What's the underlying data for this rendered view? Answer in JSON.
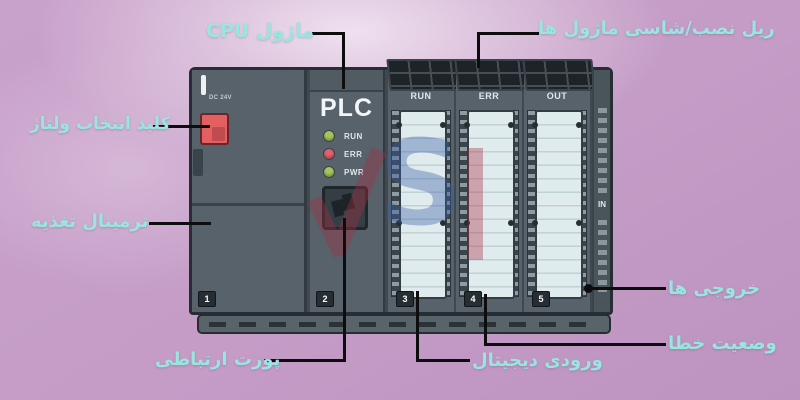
{
  "diagram_title": "PLC components labeled diagram",
  "callouts": {
    "cpu_module": "ماژول CPU",
    "mounting_rail": "ریل نصب/شاسی ماژول ها",
    "voltage_switch": "کلید انتخاب ولتاژ",
    "power_terminal": "ترمینال تغذیه",
    "comm_port": "پورت ارتباطی",
    "digital_input": "ورودی دیجیتال",
    "error_status": "وضعیت خطا",
    "outputs": "خروجی ها"
  },
  "device": {
    "power_module": {
      "voltage_label": "DC 24V",
      "slot": "1"
    },
    "cpu_module": {
      "title": "PLC",
      "leds": [
        {
          "name": "RUN",
          "color": "#a6c559"
        },
        {
          "name": "ERR",
          "color": "#e2606b"
        },
        {
          "name": "PWR",
          "color": "#a6c559"
        }
      ],
      "slot": "2"
    },
    "io_modules": [
      {
        "header": "RUN",
        "slot": "3"
      },
      {
        "header": "ERR",
        "slot": "4"
      },
      {
        "header": "OUT",
        "slot": "5"
      }
    ],
    "side_port_label": "IN"
  },
  "watermark": {
    "letter": "S",
    "red": "#a72f44",
    "blue": "#3a5ea5"
  },
  "colors": {
    "background": "#c49cc6",
    "label_text": "#97e6e0",
    "callout_line": "#0d0d0d",
    "housing": "#3f494f",
    "module_face": "#57626a",
    "terminal_cover": "#e0ebed",
    "vent": "#1d2327",
    "switch_red": "#e2605f",
    "led_green": "#a6c559",
    "led_red": "#e2606b",
    "rail": "#59636a"
  }
}
